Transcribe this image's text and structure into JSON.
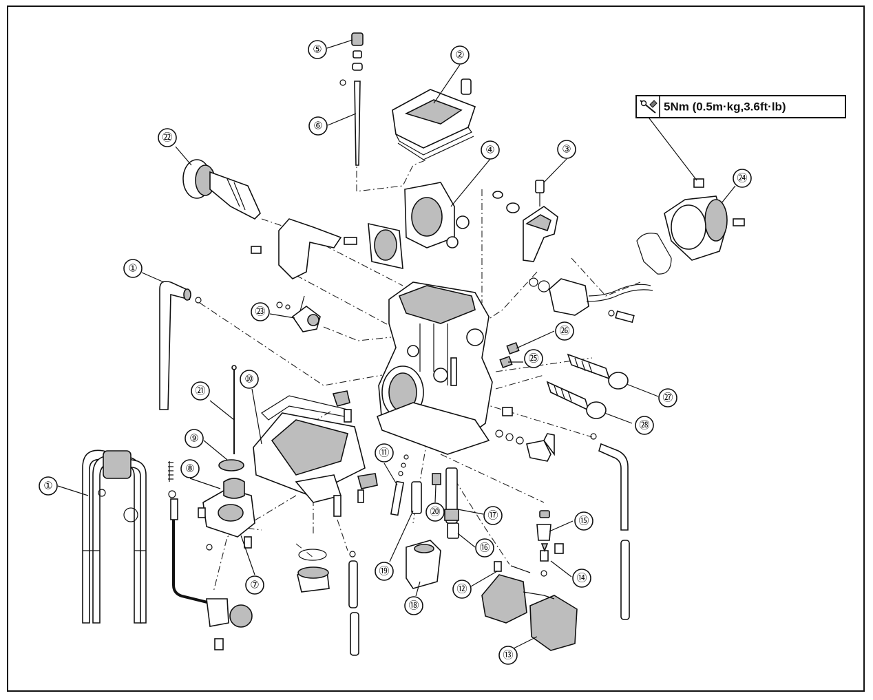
{
  "torque_spec": "5Nm (0.5m·kg,3.6ft·lb)",
  "callouts": [
    {
      "id": "c1a",
      "label": "①"
    },
    {
      "id": "c1b",
      "label": "①"
    },
    {
      "id": "c2",
      "label": "②"
    },
    {
      "id": "c3",
      "label": "③"
    },
    {
      "id": "c4",
      "label": "④"
    },
    {
      "id": "c5",
      "label": "⑤"
    },
    {
      "id": "c6",
      "label": "⑥"
    },
    {
      "id": "c7",
      "label": "⑦"
    },
    {
      "id": "c8",
      "label": "⑧"
    },
    {
      "id": "c9",
      "label": "⑨"
    },
    {
      "id": "c10",
      "label": "⑩"
    },
    {
      "id": "c11",
      "label": "⑪"
    },
    {
      "id": "c12",
      "label": "⑫"
    },
    {
      "id": "c13",
      "label": "⑬"
    },
    {
      "id": "c14",
      "label": "⑭"
    },
    {
      "id": "c15",
      "label": "⑮"
    },
    {
      "id": "c16",
      "label": "⑯"
    },
    {
      "id": "c17",
      "label": "⑰"
    },
    {
      "id": "c18",
      "label": "⑱"
    },
    {
      "id": "c19",
      "label": "⑲"
    },
    {
      "id": "c20",
      "label": "⑳"
    },
    {
      "id": "c21",
      "label": "㉑"
    },
    {
      "id": "c22",
      "label": "㉒"
    },
    {
      "id": "c23",
      "label": "㉓"
    },
    {
      "id": "c24",
      "label": "㉔"
    },
    {
      "id": "c25",
      "label": "㉕"
    },
    {
      "id": "c26",
      "label": "㉖"
    },
    {
      "id": "c27",
      "label": "㉗"
    },
    {
      "id": "c28",
      "label": "㉘"
    }
  ]
}
